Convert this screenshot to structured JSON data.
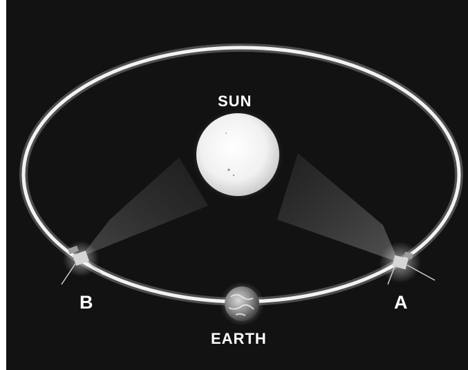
{
  "labels": {
    "sun": "SUN",
    "earth": "EARTH",
    "spacecraft_b": "B",
    "spacecraft_a": "A"
  },
  "colors": {
    "background": "#121212",
    "orbit": "#f2f2f2",
    "sun": "#f4f4f4",
    "text": "#ffffff"
  }
}
